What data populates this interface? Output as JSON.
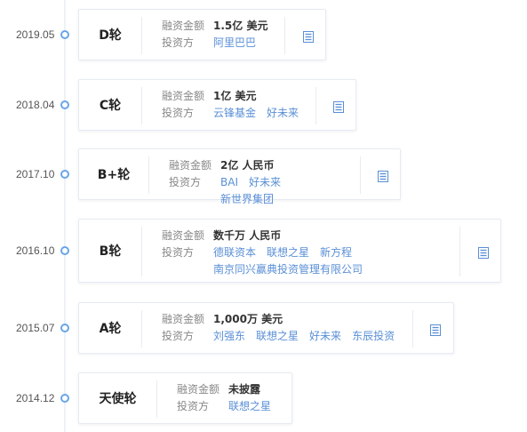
{
  "labels": {
    "amount": "融资金额",
    "investors": "投资方"
  },
  "accent_color": "#5a8fd6",
  "rounds": [
    {
      "date": "2019.05",
      "round": "D轮",
      "amount": "1.5亿 美元",
      "investors": [
        "阿里巴巴"
      ],
      "icon": "document-icon"
    },
    {
      "date": "2018.04",
      "round": "C轮",
      "amount": "1亿 美元",
      "investors": [
        "云锋基金",
        "好未来"
      ],
      "icon": "document-icon"
    },
    {
      "date": "2017.10",
      "round": "B+轮",
      "amount": "2亿 人民币",
      "investors": [
        "BAI",
        "好未来",
        "新世界集团"
      ],
      "icon": "document-icon"
    },
    {
      "date": "2016.10",
      "round": "B轮",
      "amount": "数千万 人民币",
      "investors": [
        "德联资本",
        "联想之星",
        "新方程",
        "南京同兴赢典投资管理有限公司"
      ],
      "icon": "document-icon"
    },
    {
      "date": "2015.07",
      "round": "A轮",
      "amount": "1,000万 美元",
      "investors": [
        "刘强东",
        "联想之星",
        "好未来",
        "东辰投资"
      ],
      "icon": "document-icon"
    },
    {
      "date": "2014.12",
      "round": "天使轮",
      "amount": "未披露",
      "investors": [
        "联想之星"
      ],
      "icon": null
    }
  ]
}
